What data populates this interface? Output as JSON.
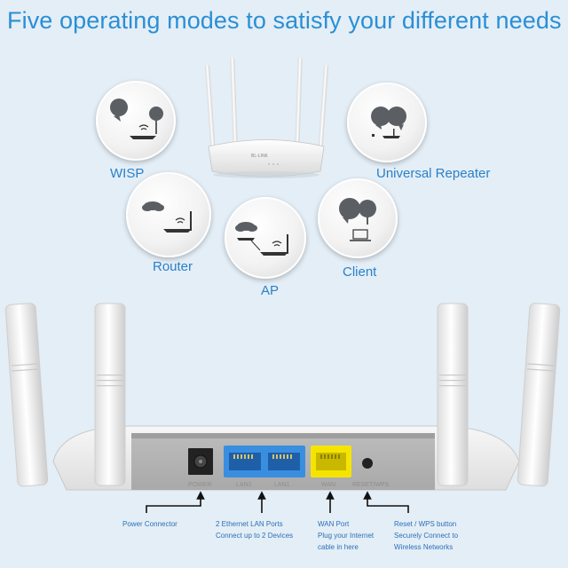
{
  "headline": "Five operating modes to satisfy your different needs",
  "modes": {
    "wisp": "WISP",
    "universal_repeater": "Universal Repeater",
    "router": "Router",
    "client": "Client",
    "ap": "AP"
  },
  "router_logo": "BL-LINK",
  "ports": {
    "power": "POWER",
    "lan2": "LAN2",
    "lan1": "LAN1",
    "wan": "WAN",
    "reset": "RESET/WPS"
  },
  "callouts": {
    "power": [
      "Power Connector"
    ],
    "lan": [
      "2 Ethernet LAN Ports",
      "Connect up to 2 Devices"
    ],
    "wan": [
      "WAN Port",
      "Plug your Internet",
      "cable in here"
    ],
    "reset": [
      "Reset / WPS button",
      "Securely Connect to",
      "Wireless Networks"
    ]
  },
  "colors": {
    "headline": "#2a8fd6",
    "label": "#2a80c8",
    "lan_port": "#3a8ee0",
    "wan_port": "#f5e400"
  }
}
